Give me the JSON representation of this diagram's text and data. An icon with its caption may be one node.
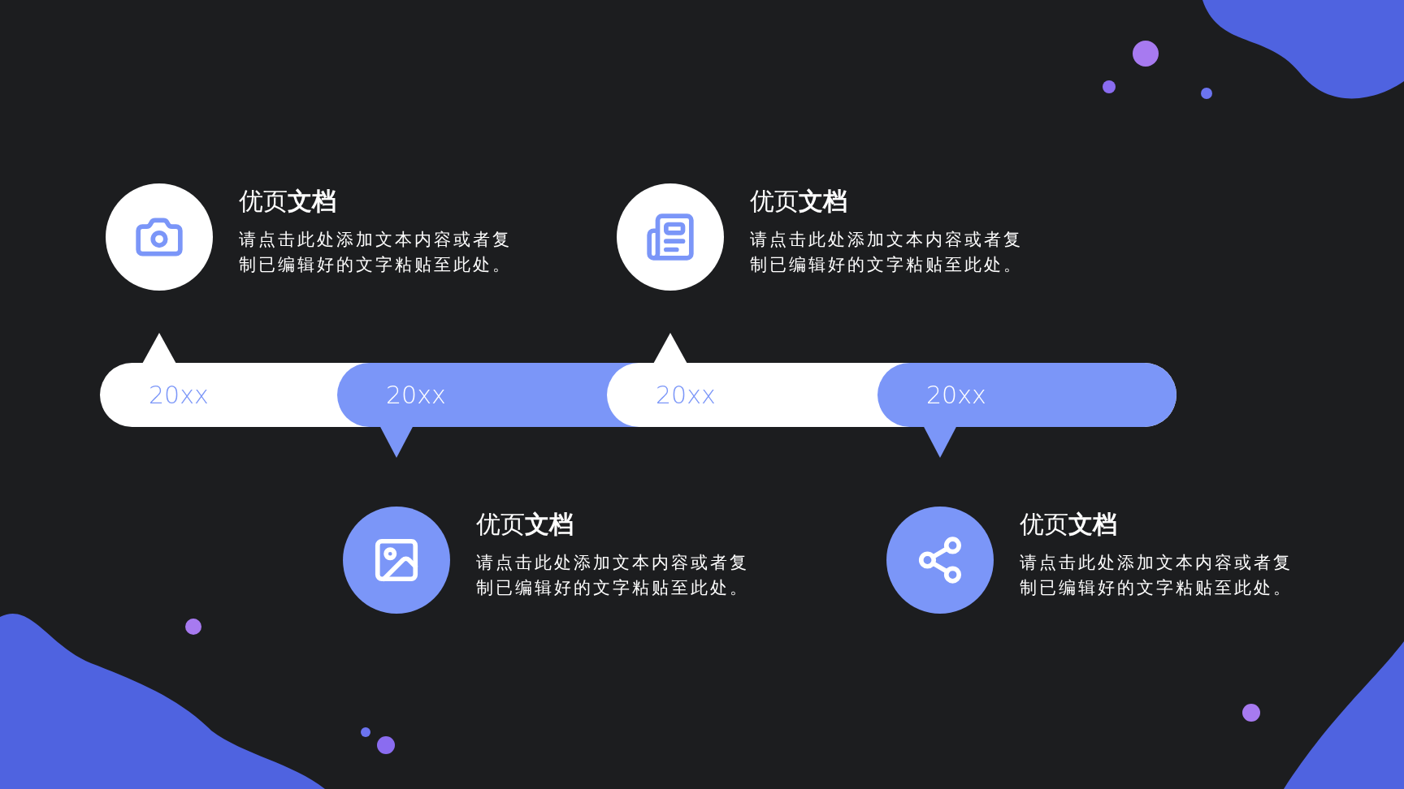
{
  "diagram": {
    "nodes": [
      {
        "text": [],
        "shape": "circle",
        "beside": [
          "优页**文档**",
          "请点击此处添加文本内容或者复制已编辑好的文字粘贴至此处。"
        ]
      },
      {
        "text": [],
        "shape": "circle",
        "beside": [
          "优页**文档**",
          "请点击此处添加文本内容或者复制已编辑好的文字粘贴至此处。"
        ]
      },
      {
        "text": [
          "20xx"
        ]
      },
      {
        "text": [
          "20xx"
        ]
      },
      {
        "text": [
          "20xx"
        ]
      },
      {
        "text": [
          "20xx"
        ]
      },
      {
        "text": [],
        "shape": "circle",
        "beside": [
          "优页**文档**",
          "请点击此处添加文本内容或者复制已编辑好的文字粘贴至此处。"
        ]
      },
      {
        "text": [],
        "shape": "circle",
        "beside": [
          "优页**文档**",
          "请点击此处添加文本内容或者复制已编辑好的文字粘贴至此处。"
        ]
      }
    ]
  }
}
